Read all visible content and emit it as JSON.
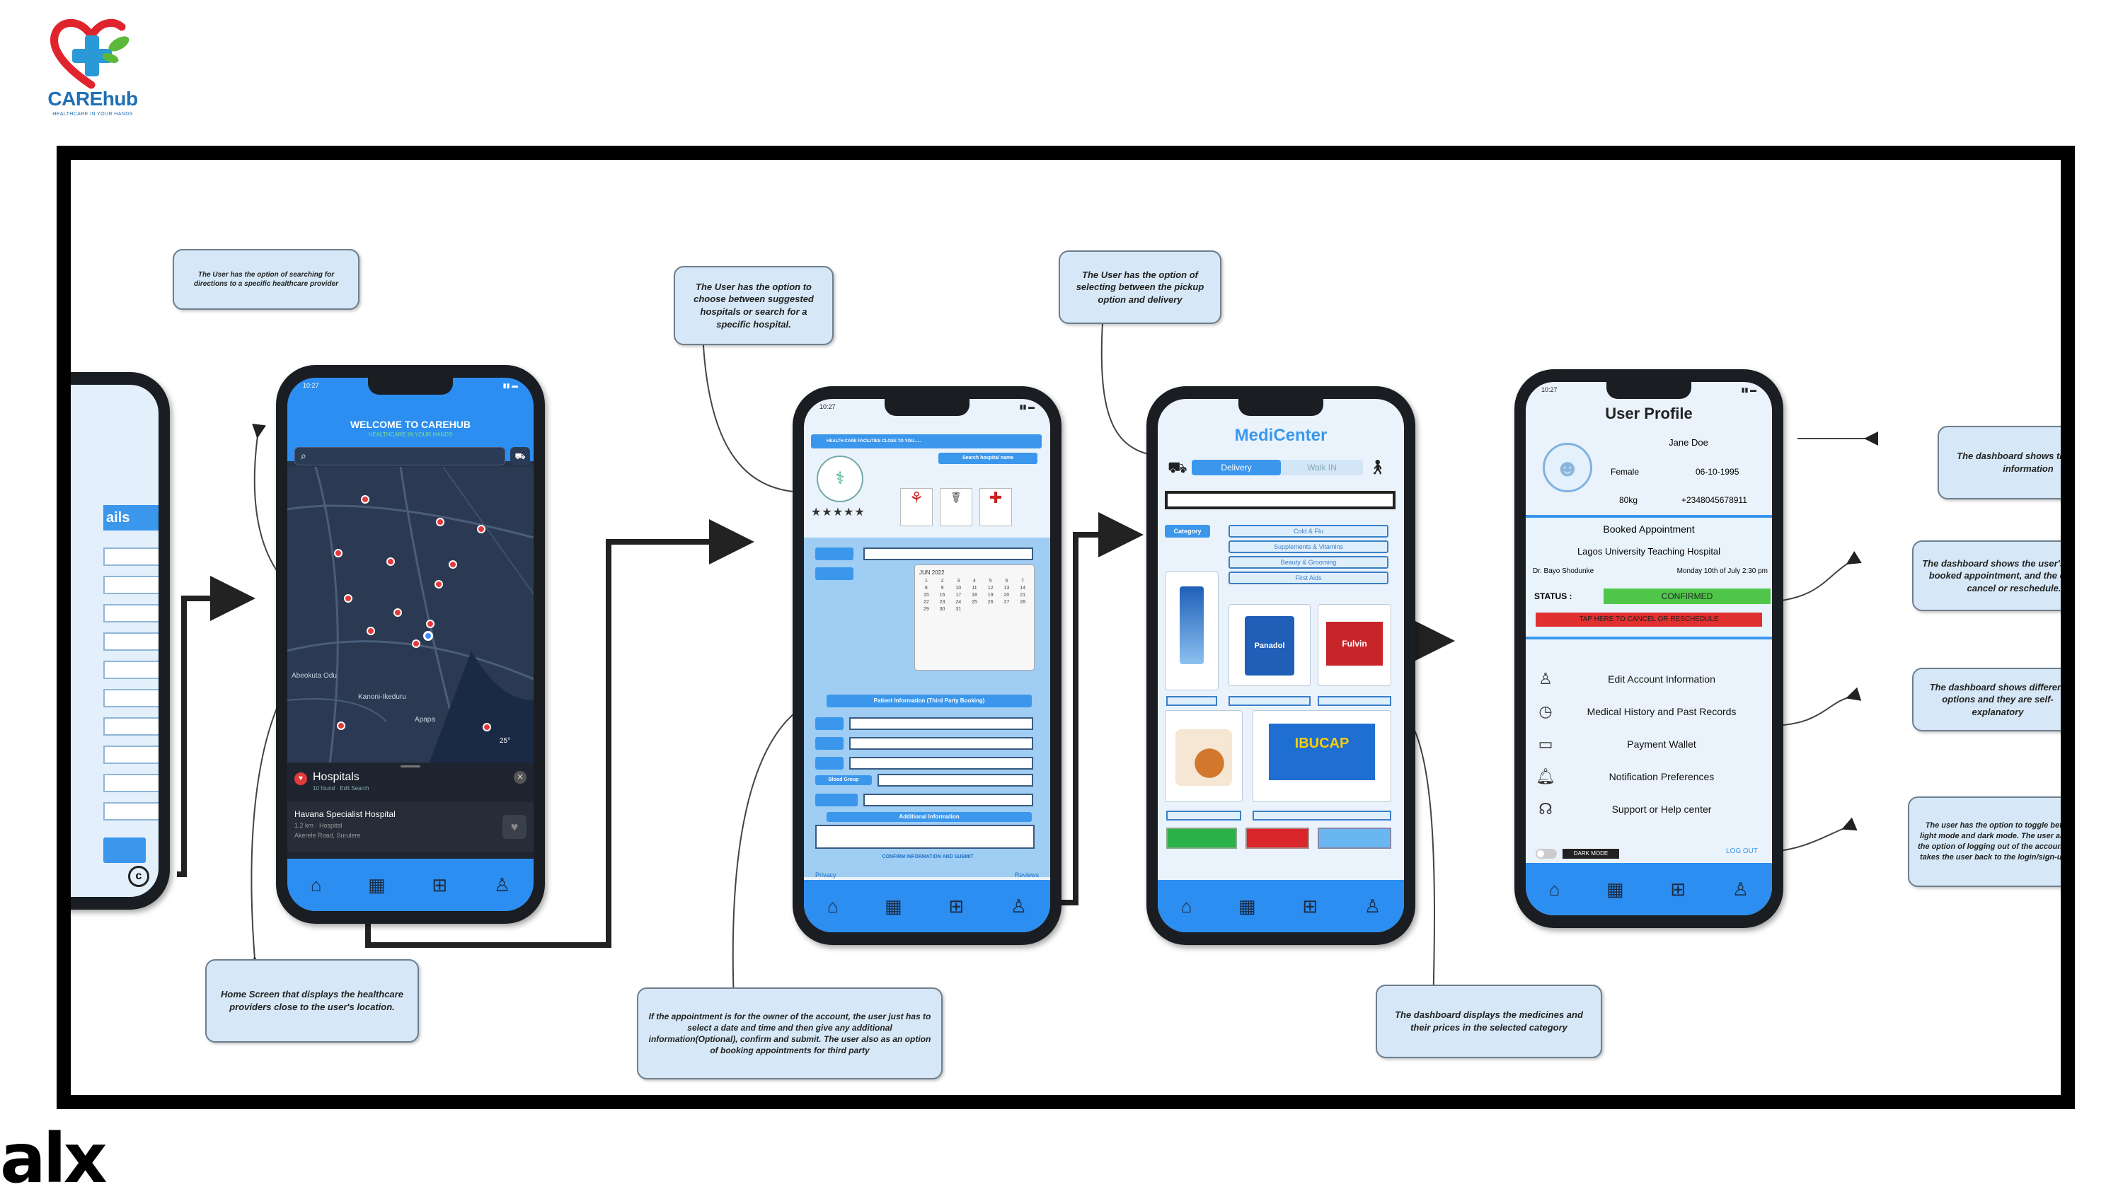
{
  "brand": {
    "name": "CAREhub",
    "tagline": "HEALTHCARE IN YOUR HANDS",
    "heart_color": "#e0242d",
    "cross_color": "#2a9ad6",
    "leaf_color": "#5cb83a"
  },
  "footer_logo": "alx",
  "callouts": {
    "search": "The User has the option of searching for directions to a specific healthcare provider",
    "hospital_choice": "The User has the option to choose between suggested hospitals or search for a specific hospital.",
    "pickup_delivery": "The User has the option of selecting between the pickup option and delivery",
    "home": "Home Screen that displays the healthcare providers close to the user's location.",
    "appointment": "If the appointment is for the owner of the account, the user just has to select a date and time and then give any additional information(Optional), confirm and submit. The user also as an option of booking appointments for third party",
    "medicines": "The dashboard displays the medicines and their prices in the selected category",
    "profile_info": "The dashboard shows the user's information",
    "booking_status": "The dashboard shows the user's status of booked appointment, and the option to cancel or reschedule.",
    "options": "The dashboard shows different options and they are self-explanatory",
    "theme_logout": "The user has the option to toggle between light mode and dark mode. The user also has the option of logging out of the account which takes the user back to the login/sign-up page"
  },
  "phone0": {
    "header_fragment": "ails"
  },
  "phone1": {
    "time": "10:27",
    "title": "WELCOME TO CAREHUB",
    "subtitle": "HEALTHCARE IN YOUR HANDS",
    "map_label_1": "Abeokuta Odu",
    "map_label_2": "Kanoni-Ikeduru",
    "map_label_3": "Apapa",
    "temp": "25°",
    "sheet_title": "Hospitals",
    "sheet_sub": "10 found · Edit Search",
    "hospital_name": "Havana Specialist Hospital",
    "hospital_meta": "1.2 km · Hospital",
    "hospital_addr": "Akerele Road, Surulere"
  },
  "phone2": {
    "time": "10:27",
    "search_hint": "HEALTH CARE FACILITIES CLOSE TO YOU......",
    "search_button": "Search hospital name",
    "rating": "★★★★★",
    "calendar_month": "JUN 2022",
    "calendar_days": [
      "1",
      "2",
      "3",
      "4",
      "5",
      "6",
      "7",
      "8",
      "9",
      "10",
      "11",
      "12",
      "13",
      "14",
      "15",
      "16",
      "17",
      "18",
      "19",
      "20",
      "21",
      "22",
      "23",
      "24",
      "25",
      "26",
      "27",
      "28",
      "29",
      "30",
      "31"
    ],
    "patient_section": "Patient Information (Third Party Booking)",
    "blood_group": "Blood Group",
    "additional": "Additional Information",
    "confirm": "CONFIRM INFORMATION AND SUBMIT",
    "privacy": "Privacy",
    "reviews": "Reviews"
  },
  "phone3": {
    "title": "MediCenter",
    "delivery": "Delivery",
    "walkin": "Walk IN",
    "category": "Category",
    "cats": [
      "Cold & Flu",
      "Supplements & Vitamins",
      "Beauty & Grooming",
      "First Aids"
    ],
    "med1": "Panadol",
    "med2": "Fulvin",
    "med3": "IBUCAP"
  },
  "phone4": {
    "time": "10:27",
    "title": "User Profile",
    "name": "Jane Doe",
    "gender": "Female",
    "dob": "06-10-1995",
    "weight": "80kg",
    "phone": "+2348045678911",
    "booked": "Booked Appointment",
    "hospital": "Lagos University Teaching Hospital",
    "doctor": "Dr. Bayo Shodunke",
    "datetime": "Monday 10th of July 2:30 pm",
    "status_label": "STATUS :",
    "status": "CONFIRMED",
    "cancel": "TAP HERE TO CANCEL OR RESCHEDULE",
    "options": [
      "Edit Account Information",
      "Medical History and Past Records",
      "Payment Wallet",
      "Notification Preferences",
      "Support or Help center"
    ],
    "dark_mode": "DARK MODE",
    "logout": "LOG OUT"
  }
}
